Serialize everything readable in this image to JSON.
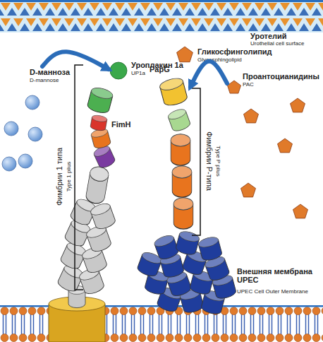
{
  "diagram": {
    "nodes": [
      {
        "text": [
          "Гликосфинголипид",
          "Glycosphingolipid"
        ]
      },
      {
        "text": [
          "Уроплакин 1а",
          "UP1a"
        ]
      },
      {
        "text": [
          "D-манноза",
          "D-mannose"
        ]
      },
      {
        "text": [
          "Проантоцианидины",
          "PAC"
        ]
      },
      {
        "text": [
          "PapG"
        ]
      },
      {
        "text": [
          "FimH"
        ]
      }
    ],
    "edges": [
      {
        "from": 2,
        "to": 1,
        "arrow": "to"
      },
      {
        "from": 3,
        "to": 4,
        "arrow": "to"
      }
    ],
    "labels": [
      "Уротелий",
      "Urothelial cell surface",
      "Фимбрии 1 типа",
      "Type 1 pilus",
      "Фимбрии Р-типа",
      "Type P pilus",
      "Внешняя мембрана UPEC",
      "UPEC Cell Outer Membrane"
    ]
  }
}
